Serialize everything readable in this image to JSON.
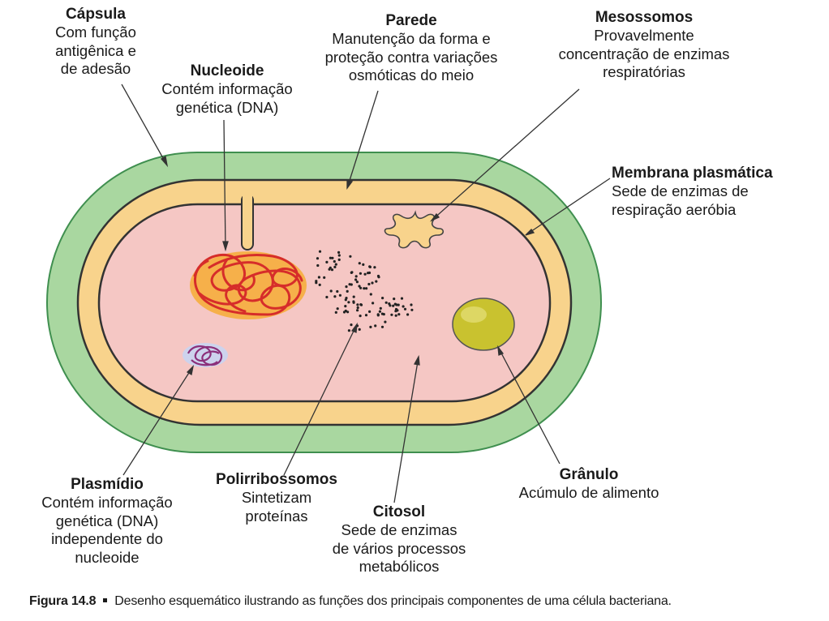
{
  "labels": {
    "capsula": {
      "title": "Cápsula",
      "desc": [
        "Com função",
        "antigênica e",
        "de adesão"
      ]
    },
    "nucleoide": {
      "title": "Nucleoide",
      "desc": [
        "Contém informação",
        "genética (DNA)"
      ]
    },
    "parede": {
      "title": "Parede",
      "desc": [
        "Manutenção da forma e",
        "proteção contra variações",
        "osmóticas do meio"
      ]
    },
    "mesossomos": {
      "title": "Mesossomos",
      "desc": [
        "Provavelmente",
        "concentração de enzimas",
        "respiratórias"
      ]
    },
    "membrana": {
      "title": "Membrana plasmática",
      "desc": [
        "Sede de enzimas de",
        "respiração aeróbia"
      ]
    },
    "plasmidio": {
      "title": "Plasmídio",
      "desc": [
        "Contém informação",
        "genética (DNA)",
        "independente do",
        "nucleoide"
      ]
    },
    "polirribossomos": {
      "title": "Polirribossomos",
      "desc": [
        "Sintetizam",
        "proteínas"
      ]
    },
    "citosol": {
      "title": "Citosol",
      "desc": [
        "Sede de enzimas",
        "de vários processos",
        "metabólicos"
      ]
    },
    "granulo": {
      "title": "Grânulo",
      "desc": [
        "Acúmulo de alimento"
      ]
    }
  },
  "caption": {
    "figure": "Figura 14.8",
    "text": "Desenho esquemático ilustrando as funções dos principais componentes de uma célula bacteriana."
  },
  "colors": {
    "capsule": "#a9d7a0",
    "capsule_edge": "#3f8f4f",
    "wall": "#f8d38c",
    "cytoplasm": "#f5c7c4",
    "nucleoid": "#d62d2a",
    "nucleoid_halo": "#f6ad3d",
    "plasmid": "#8b2f7a",
    "granule": "#c9c22f",
    "outline": "#333333"
  }
}
